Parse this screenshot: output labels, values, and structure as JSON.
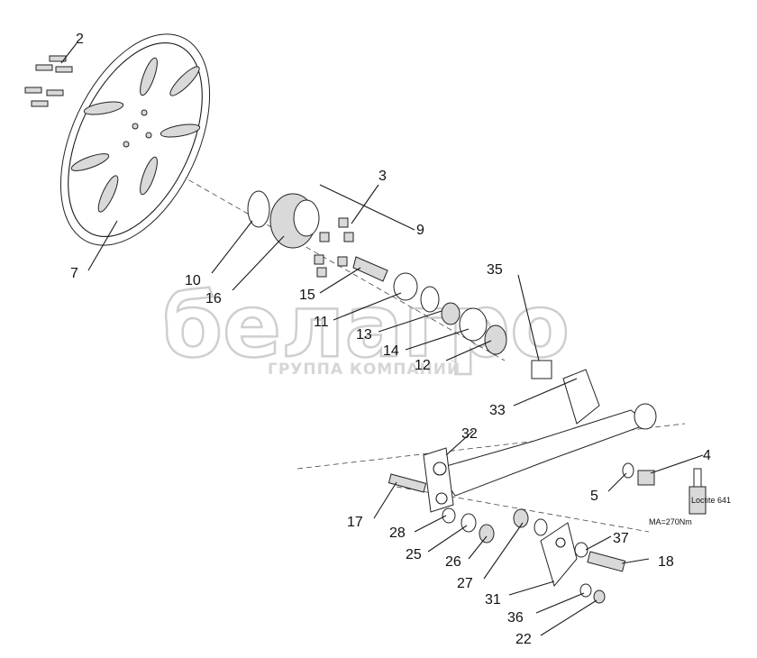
{
  "watermark": {
    "logo_text": "белагро",
    "subtitle": "ГРУППА КОМПАНИЙ"
  },
  "labels": [
    {
      "id": "2",
      "text": "2"
    },
    {
      "id": "3",
      "text": "3"
    },
    {
      "id": "9",
      "text": "9"
    },
    {
      "id": "7",
      "text": "7"
    },
    {
      "id": "10",
      "text": "10"
    },
    {
      "id": "16",
      "text": "16"
    },
    {
      "id": "15",
      "text": "15"
    },
    {
      "id": "11",
      "text": "11"
    },
    {
      "id": "13",
      "text": "13"
    },
    {
      "id": "14",
      "text": "14"
    },
    {
      "id": "12",
      "text": "12"
    },
    {
      "id": "35",
      "text": "35"
    },
    {
      "id": "33",
      "text": "33"
    },
    {
      "id": "32",
      "text": "32"
    },
    {
      "id": "4",
      "text": "4"
    },
    {
      "id": "5",
      "text": "5"
    },
    {
      "id": "17",
      "text": "17"
    },
    {
      "id": "28",
      "text": "28"
    },
    {
      "id": "25",
      "text": "25"
    },
    {
      "id": "26",
      "text": "26"
    },
    {
      "id": "27",
      "text": "27"
    },
    {
      "id": "37",
      "text": "37"
    },
    {
      "id": "18",
      "text": "18"
    },
    {
      "id": "31",
      "text": "31"
    },
    {
      "id": "36",
      "text": "36"
    },
    {
      "id": "22",
      "text": "22"
    }
  ],
  "torque_note": "MA=270Nm",
  "tube_label": "Loctite 641"
}
